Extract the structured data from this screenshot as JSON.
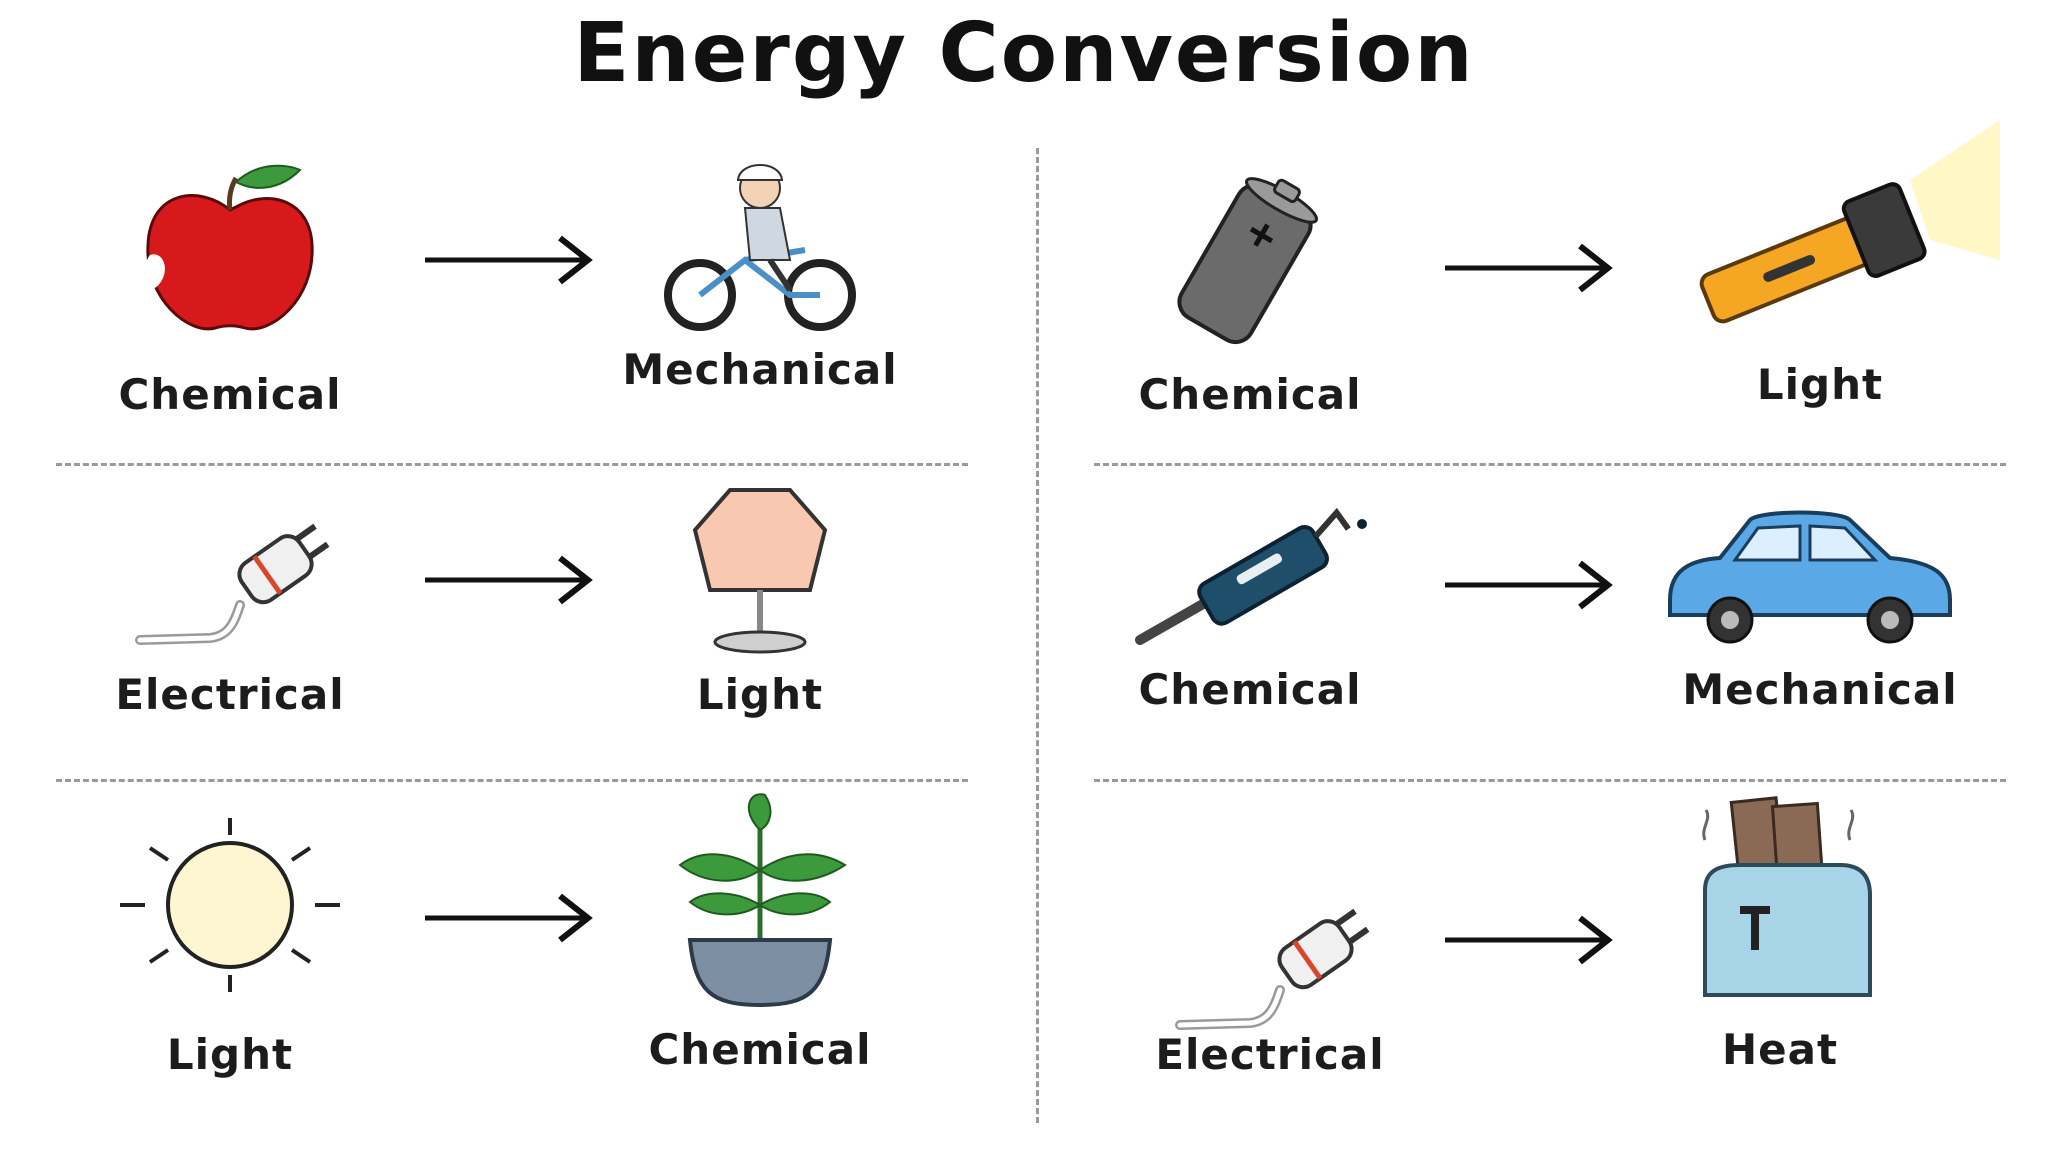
{
  "title": "Energy Conversion",
  "conversions": [
    {
      "from": {
        "label": "Chemical",
        "icon": "apple-icon"
      },
      "to": {
        "label": "Mechanical",
        "icon": "cyclist-icon"
      }
    },
    {
      "from": {
        "label": "Chemical",
        "icon": "battery-icon"
      },
      "to": {
        "label": "Light",
        "icon": "flashlight-icon"
      }
    },
    {
      "from": {
        "label": "Electrical",
        "icon": "plug-icon"
      },
      "to": {
        "label": "Light",
        "icon": "lamp-icon"
      }
    },
    {
      "from": {
        "label": "Chemical",
        "icon": "fuel-nozzle-icon"
      },
      "to": {
        "label": "Mechanical",
        "icon": "car-icon"
      }
    },
    {
      "from": {
        "label": "Light",
        "icon": "sun-icon"
      },
      "to": {
        "label": "Chemical",
        "icon": "plant-icon"
      }
    },
    {
      "from": {
        "label": "Electrical",
        "icon": "plug-icon"
      },
      "to": {
        "label": "Heat",
        "icon": "toaster-icon"
      }
    }
  ],
  "colors": {
    "apple": "#d7191c",
    "leaf": "#3c9a3c",
    "battery": "#6b6b6b",
    "flashlight": "#f5a623",
    "lamp_shade": "#f8c8b0",
    "car": "#5aa9e6",
    "nozzle": "#1f4e6b",
    "sun": "#fdf6d0",
    "plant_pot": "#7d8fa3",
    "toaster": "#a8d4e8",
    "toast": "#8b6a55"
  }
}
